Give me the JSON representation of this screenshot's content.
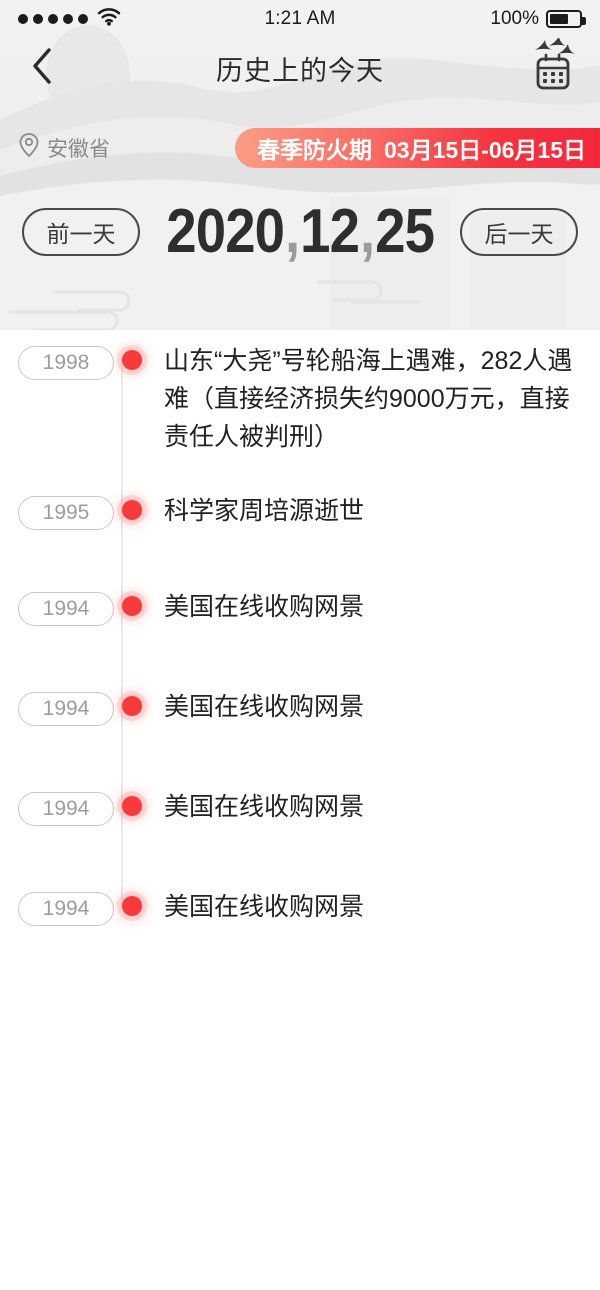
{
  "statusbar": {
    "signal_dots": 5,
    "wifi_icon": "wifi-icon",
    "time": "1:21 AM",
    "battery_percent": "100%",
    "battery_level": 55
  },
  "header": {
    "back_icon": "chevron-left-icon",
    "title": "历史上的今天",
    "calendar_icon": "calendar-icon",
    "birds_icon": "birds-icon",
    "location": {
      "pin_icon": "location-pin-icon",
      "label": "安徽省"
    },
    "fire_banner": {
      "label": "春季防火期",
      "date_range": "03月15日-06月15日",
      "color": "#f5333f"
    },
    "prev_day_label": "前一天",
    "next_day_label": "后一天",
    "date": {
      "year": "2020",
      "month": "12",
      "day": "25",
      "separator": ","
    }
  },
  "timeline": {
    "dot_color": "#f93a3a",
    "items": [
      {
        "year": "1998",
        "text": "山东“大尧”号轮船海上遇难，282人遇难（直接经济损失约9000万元，直接责任人被判刑）"
      },
      {
        "year": "1995",
        "text": "科学家周培源逝世"
      },
      {
        "year": "1994",
        "text": "美国在线收购网景"
      },
      {
        "year": "1994",
        "text": "美国在线收购网景"
      },
      {
        "year": "1994",
        "text": "美国在线收购网景"
      },
      {
        "year": "1994",
        "text": "美国在线收购网景"
      }
    ]
  }
}
